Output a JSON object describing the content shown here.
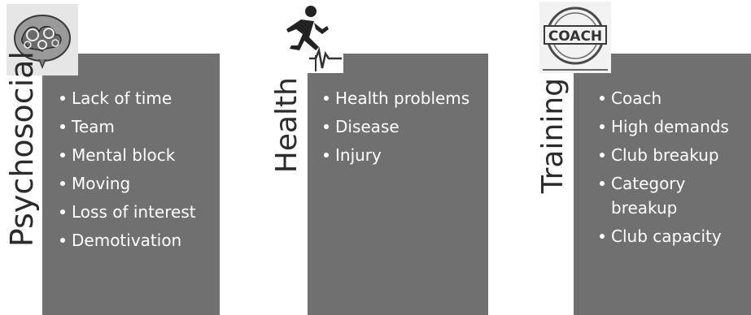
{
  "columns": [
    {
      "label": "Psychosocial",
      "icon": "brain-icon",
      "items": [
        "Lack of time",
        "Team",
        "Mental block",
        "Moving",
        "Loss of interest",
        "Demotivation"
      ]
    },
    {
      "label": "Health",
      "icon": "running-person-heartbeat-icon",
      "items": [
        "Health problems",
        "Disease",
        "Injury"
      ]
    },
    {
      "label": "Training",
      "icon": "coach-stamp-icon",
      "icon_text": "COACH",
      "items": [
        "Coach",
        "High demands",
        "Club breakup",
        "Category breakup",
        "Club capacity"
      ]
    }
  ],
  "colors": {
    "box": "#707070",
    "label": "#2b2b2b",
    "item_text": "#ffffff"
  }
}
